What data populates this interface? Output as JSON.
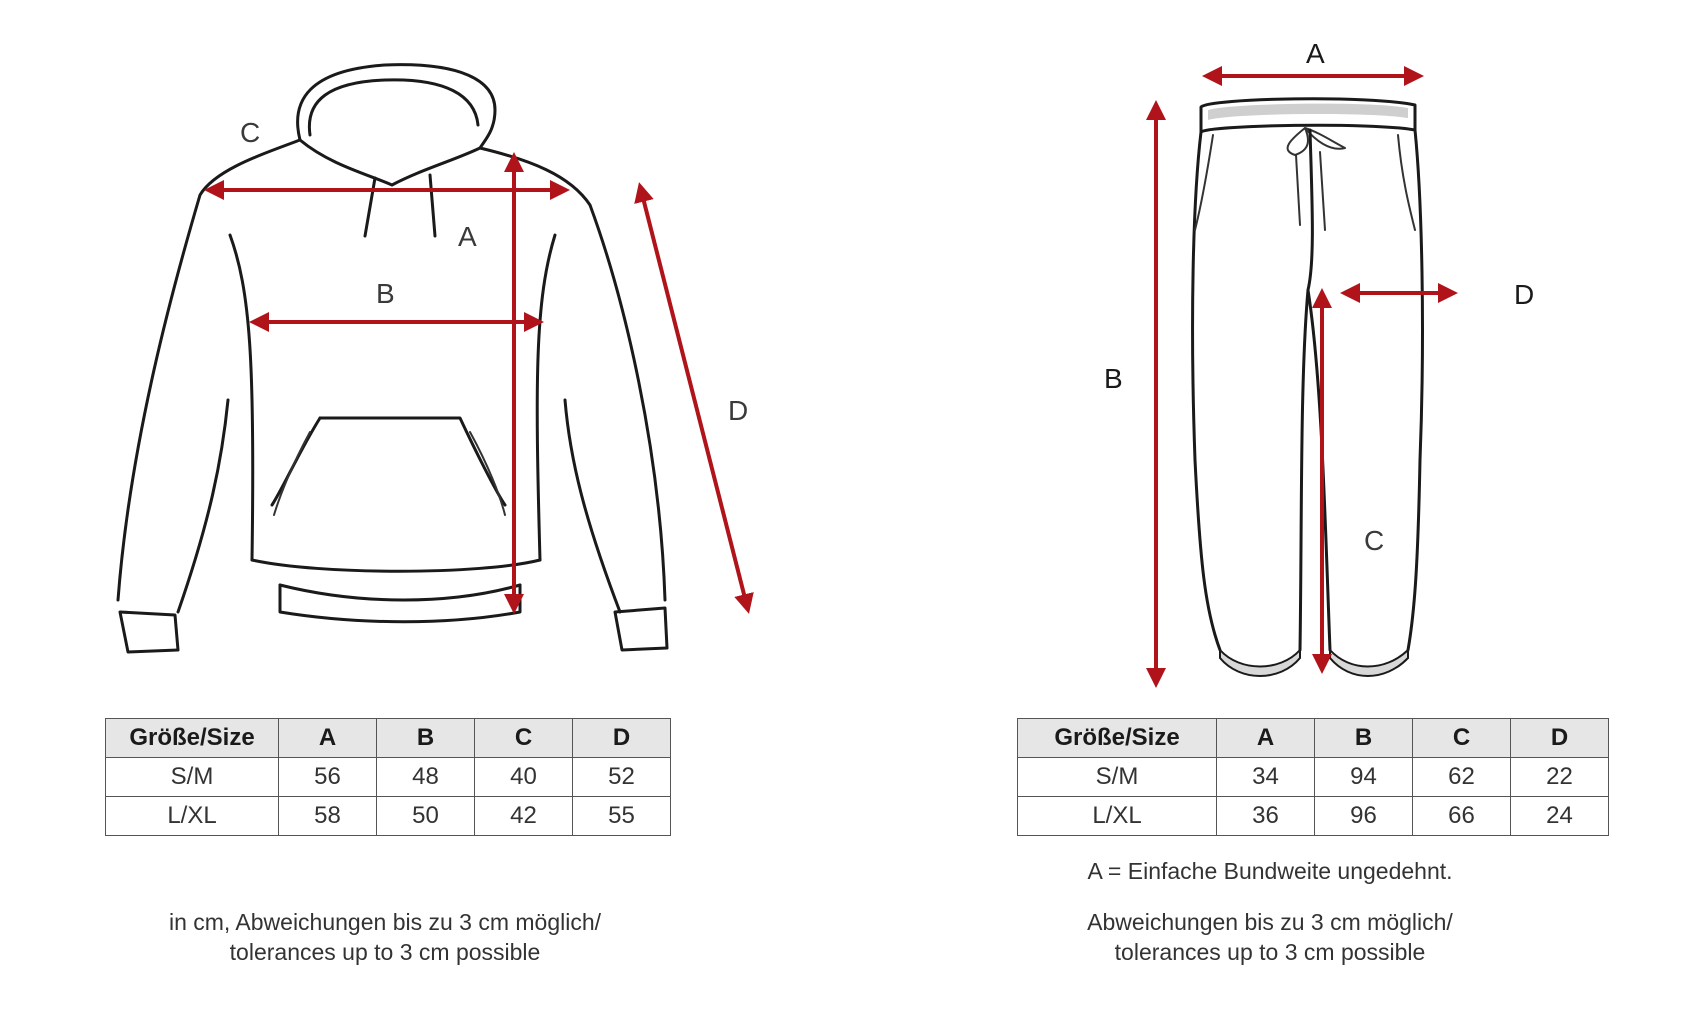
{
  "hoodie": {
    "labels": {
      "a": "A",
      "b": "B",
      "c": "C",
      "d": "D"
    },
    "table": {
      "headers": [
        "Größe/Size",
        "A",
        "B",
        "C",
        "D"
      ],
      "rows": [
        [
          "S/M",
          "56",
          "48",
          "40",
          "52"
        ],
        [
          "L/XL",
          "58",
          "50",
          "42",
          "55"
        ]
      ]
    },
    "note_line1": "in cm, Abweichungen bis zu 3 cm möglich/",
    "note_line2": "tolerances up to 3 cm possible"
  },
  "pants": {
    "labels": {
      "a": "A",
      "b": "B",
      "c": "C",
      "d": "D"
    },
    "table": {
      "headers": [
        "Größe/Size",
        "A",
        "B",
        "C",
        "D"
      ],
      "rows": [
        [
          "S/M",
          "34",
          "94",
          "62",
          "22"
        ],
        [
          "L/XL",
          "36",
          "96",
          "66",
          "24"
        ]
      ]
    },
    "waist_note": "A = Einfache Bundweite ungedehnt.",
    "note_line1": "Abweichungen bis zu 3 cm möglich/",
    "note_line2": "tolerances up to 3 cm possible"
  },
  "colors": {
    "arrow": "#b0141a",
    "table_header_bg": "#e6e6e6"
  }
}
